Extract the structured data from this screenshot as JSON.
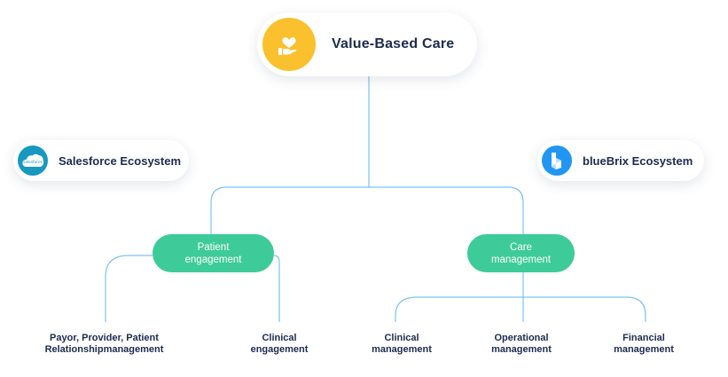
{
  "colors": {
    "connector": "#7cc3f0",
    "node_green": "#3ecb9a",
    "main_icon_bg": "#fbc02d",
    "salesforce_blue": "#1798c1",
    "bluebrix_blue": "#2196f3"
  },
  "nodes": {
    "main": {
      "label": "Value-Based Care",
      "icon": "hand-heart-icon"
    },
    "salesforce": {
      "label": "Salesforce Ecosystem",
      "icon": "salesforce-cloud-icon",
      "logo_text": "salesforce"
    },
    "bluebrix": {
      "label": "blueBrix Ecosystem",
      "icon": "bluebrix-logo-icon"
    },
    "patient_engagement": {
      "line1": "Patient",
      "line2": "engagement"
    },
    "care_management": {
      "line1": "Care",
      "line2": "management"
    }
  },
  "leaves": {
    "payor": {
      "line1": "Payor, Provider, Patient",
      "line2": "Relationshipmanagement"
    },
    "clinical_engagement": {
      "line1": "Clinical",
      "line2": "engagement"
    },
    "clinical_management": {
      "line1": "Clinical",
      "line2": "management"
    },
    "operational_management": {
      "line1": "Operational",
      "line2": "management"
    },
    "financial_management": {
      "line1": "Financial",
      "line2": "management"
    }
  }
}
